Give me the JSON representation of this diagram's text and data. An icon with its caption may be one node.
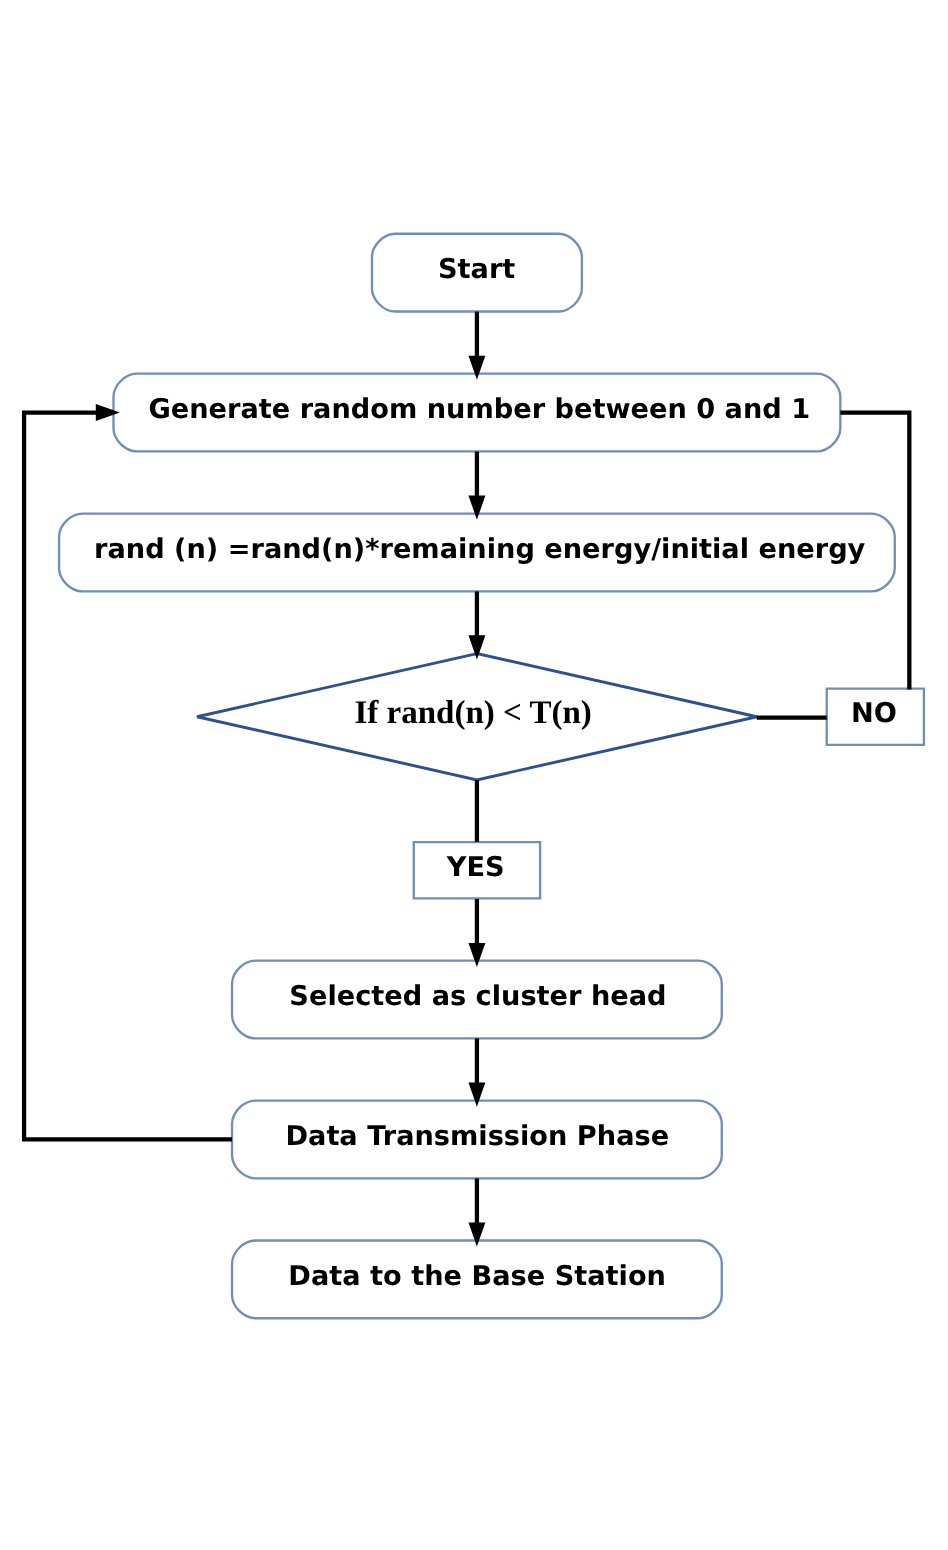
{
  "diagram": {
    "nodes": [
      {
        "text": [
          "Start"
        ]
      },
      {
        "text": [
          "Generate random number between 0 and 1"
        ]
      },
      {
        "text": [
          "rand (n) =rand(n)*remaining energy/initial energy"
        ]
      },
      {
        "text": [
          "If rand(n) < T(n)"
        ]
      },
      {
        "text": [
          "NO"
        ]
      },
      {
        "text": [
          "YES"
        ]
      },
      {
        "text": [
          "Selected as cluster head"
        ]
      },
      {
        "text": [
          "Data Transmission Phase"
        ]
      },
      {
        "text": [
          "Data to the Base Station"
        ]
      }
    ],
    "edges": [
      {
        "from": 0,
        "to": 1,
        "arrow": "to"
      },
      {
        "from": 1,
        "to": 2,
        "arrow": "to"
      },
      {
        "from": 2,
        "to": 3,
        "arrow": "to"
      },
      {
        "from": 3,
        "to": 4,
        "arrow": "none"
      },
      {
        "from": 4,
        "to": 1,
        "arrow": "none"
      },
      {
        "from": 3,
        "to": 5,
        "arrow": "none"
      },
      {
        "from": 5,
        "to": 6,
        "arrow": "to"
      },
      {
        "from": 6,
        "to": 7,
        "arrow": "to"
      },
      {
        "from": 7,
        "to": 1,
        "arrow": "to"
      },
      {
        "from": 7,
        "to": 8,
        "arrow": "to"
      }
    ]
  }
}
